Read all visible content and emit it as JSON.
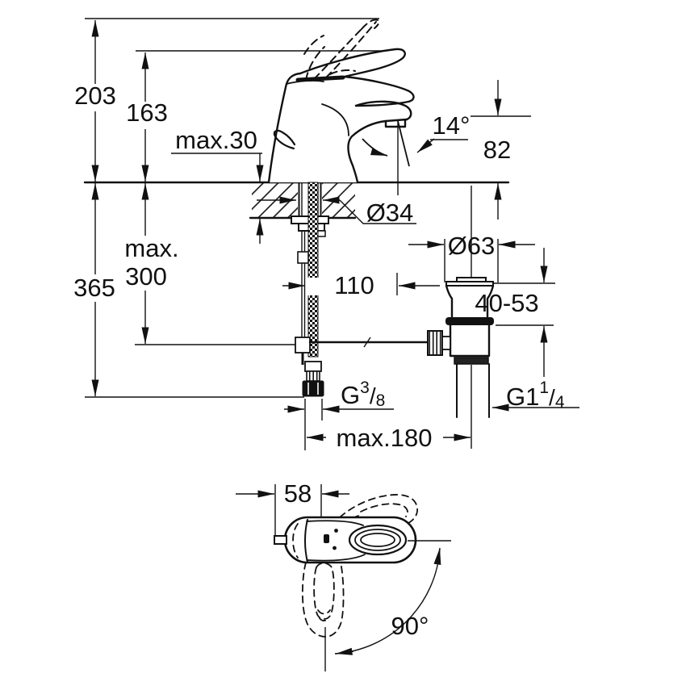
{
  "drawing": {
    "title": "basin-mixer-installation-dimensions",
    "ink": "#111111",
    "background": "#ffffff",
    "side_view": {
      "overall_height": "203",
      "spout_top_height": "163",
      "deck_thickness_max": "max.30",
      "spout_angle": "14°",
      "spout_outlet_height": "82",
      "hole_diameter": "Ø34",
      "spout_reach": "110",
      "waste_flange_diameter": "Ø63",
      "waste_clamping_range": "40-53",
      "below_deck_max_prefix": "max.",
      "below_deck_max_value": "300",
      "hose_length_below": "365",
      "supply_connection": {
        "base": "G",
        "sup": "3",
        "slash": "/",
        "sub": "8"
      },
      "waste_connection": {
        "base": "G1",
        "sup": "1",
        "slash": "/",
        "sub": "4"
      },
      "connection_spread_max": "max.180"
    },
    "top_view": {
      "body_front_offset": "58",
      "handle_swivel_angle": "90°"
    }
  }
}
